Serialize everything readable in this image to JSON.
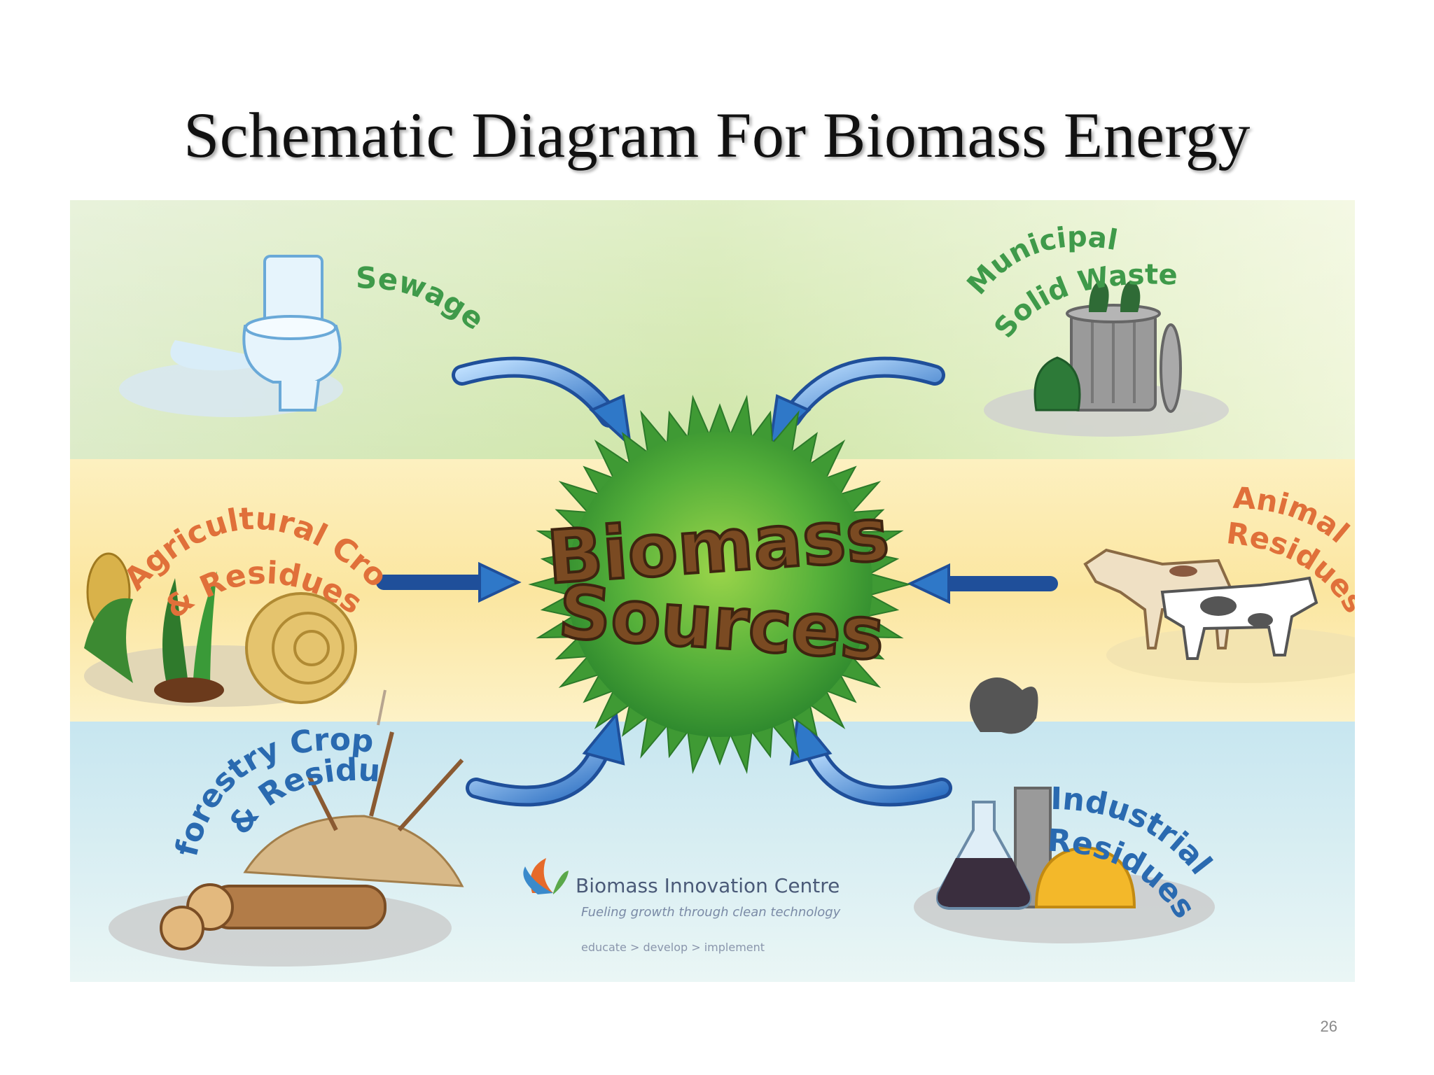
{
  "slide": {
    "title": "Schematic Diagram For Biomass Energy",
    "page_number": "26"
  },
  "diagram": {
    "center": {
      "line1": "Biomass",
      "line2": "Sources"
    },
    "sources": {
      "sewage": "Sewage",
      "municipal_line1": "Municipal",
      "municipal_line2": "Solid Waste",
      "agricultural_line1": "Agricultural Crops",
      "agricultural_line2": "& Residues",
      "animal_line1": "Animal",
      "animal_line2": "Residues",
      "forestry_line1": "forestry Crops",
      "forestry_line2": "& Residue",
      "industrial_line1": "Industrial",
      "industrial_line2": "Residues"
    },
    "logo": {
      "name": "Biomass Innovation Centre",
      "tagline": "Fueling growth through clean technology",
      "steps": "educate  >  develop  >  implement"
    },
    "colors": {
      "green_label": "#3f9a4a",
      "orange_label": "#e0703a",
      "blue_label": "#2a6ab0",
      "center_text": "#7a4a22",
      "arrow": "#2f78c8"
    }
  }
}
